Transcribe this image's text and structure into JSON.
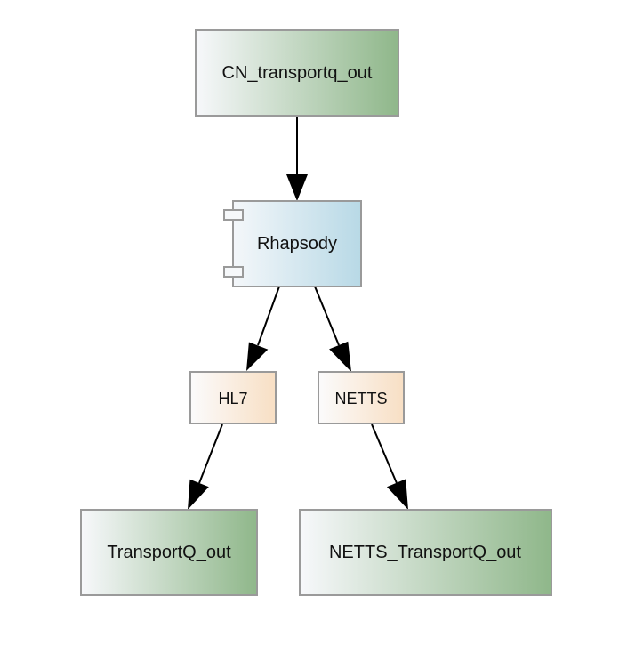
{
  "nodes": {
    "source_queue": {
      "label": "CN_transportq_out"
    },
    "engine": {
      "label": "Rhapsody"
    },
    "route_hl7": {
      "label": "HL7"
    },
    "route_netts": {
      "label": "NETTS"
    },
    "target_transport": {
      "label": "TransportQ_out"
    },
    "target_netts": {
      "label": "NETTS_TransportQ_out"
    }
  },
  "edges": [
    {
      "from": "CN_transportq_out",
      "to": "Rhapsody"
    },
    {
      "from": "Rhapsody",
      "to": "HL7"
    },
    {
      "from": "Rhapsody",
      "to": "NETTS"
    },
    {
      "from": "HL7",
      "to": "TransportQ_out"
    },
    {
      "from": "NETTS",
      "to": "NETTS_TransportQ_out"
    }
  ],
  "colors": {
    "queue_gradient_start": "#f7f8fb",
    "queue_gradient_end": "#8fb78a",
    "engine_gradient_start": "#f4f7fa",
    "engine_gradient_end": "#b8d9e6",
    "route_gradient_start": "#fbfbfc",
    "route_gradient_end": "#f8dfc4",
    "border": "#9a9a9a",
    "edge": "#000000"
  }
}
